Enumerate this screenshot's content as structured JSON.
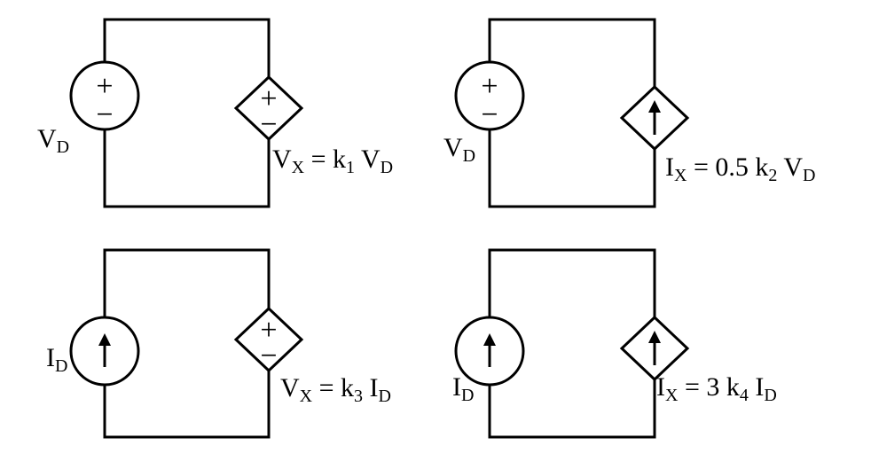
{
  "circuits": [
    {
      "independent": {
        "type": "voltage",
        "plus": "+",
        "minus": "−",
        "label": "V",
        "label_sub": "D"
      },
      "dependent": {
        "type": "voltage",
        "plus": "+",
        "minus": "−"
      },
      "equation": [
        "V",
        "X",
        " = k",
        "1",
        " V",
        "D"
      ]
    },
    {
      "independent": {
        "type": "voltage",
        "plus": "+",
        "minus": "−",
        "label": "V",
        "label_sub": "D"
      },
      "dependent": {
        "type": "current"
      },
      "equation": [
        "I",
        "X",
        " = 0.5 k",
        "2",
        " V",
        "D"
      ]
    },
    {
      "independent": {
        "type": "current",
        "label": "I",
        "label_sub": "D"
      },
      "dependent": {
        "type": "voltage",
        "plus": "+",
        "minus": "−"
      },
      "equation": [
        "V",
        "X",
        " = k",
        "3",
        " I",
        "D"
      ]
    },
    {
      "independent": {
        "type": "current",
        "label": "I",
        "label_sub": "D"
      },
      "dependent": {
        "type": "current"
      },
      "equation": [
        "I",
        "X",
        " = 3 k",
        "4",
        " I",
        "D"
      ]
    }
  ],
  "colors": {
    "stroke": "#000000",
    "background": "#ffffff"
  }
}
